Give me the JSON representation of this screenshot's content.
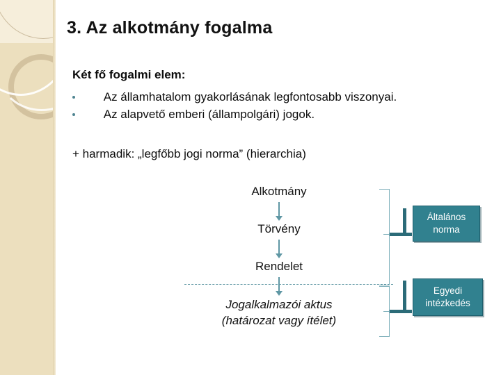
{
  "slide": {
    "title": "3. Az alkotmány fogalma",
    "lead": "Két fő fogalmi elem:",
    "bullets": [
      "Az államhatalom gyakorlásának legfontosabb viszonyai.",
      "Az alapvető emberi (állampolgári) jogok."
    ],
    "third_line": "+ harmadik: „legfőbb jogi norma” (hierarchia)"
  },
  "diagram": {
    "nodes": [
      {
        "label": "Alkotmány"
      },
      {
        "label": "Törvény"
      },
      {
        "label": "Rendelet"
      }
    ],
    "italic_node_line1": "Jogalkalmazói aktus",
    "italic_node_line2": "(határozat vagy ítélet)",
    "boxes": [
      {
        "label": "Általános norma"
      },
      {
        "label": "Egyedi intézkedés"
      }
    ]
  },
  "colors": {
    "teal_box": "#31818f",
    "teal_connector": "#2b6b78",
    "teal_light": "#7fb0bb",
    "arrow": "#5f97a4",
    "band": "#ecdfbe",
    "band_top": "#f6eedb",
    "text": "#111111"
  }
}
